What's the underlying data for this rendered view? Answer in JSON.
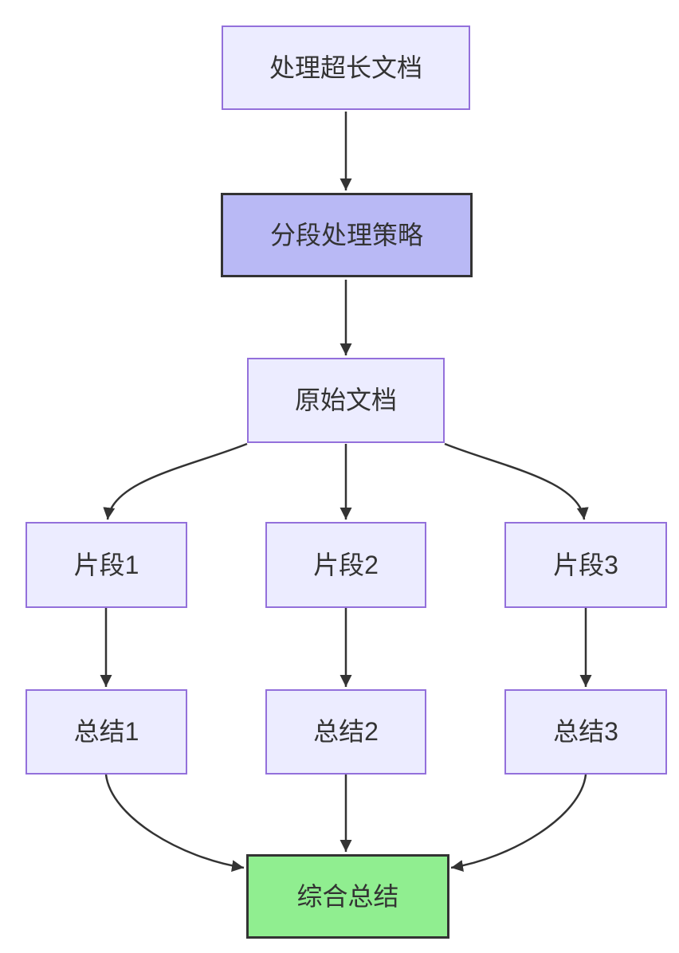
{
  "diagram": {
    "type": "flowchart",
    "direction": "top-down",
    "nodes": {
      "process": {
        "id": "process",
        "label": "处理超长文档",
        "style": "default"
      },
      "strategy": {
        "id": "strategy",
        "label": "分段处理策略",
        "style": "highlight"
      },
      "original": {
        "id": "original",
        "label": "原始文档",
        "style": "default"
      },
      "fragment1": {
        "id": "fragment1",
        "label": "片段1",
        "style": "default"
      },
      "fragment2": {
        "id": "fragment2",
        "label": "片段2",
        "style": "default"
      },
      "fragment3": {
        "id": "fragment3",
        "label": "片段3",
        "style": "default"
      },
      "summary1": {
        "id": "summary1",
        "label": "总结1",
        "style": "default"
      },
      "summary2": {
        "id": "summary2",
        "label": "总结2",
        "style": "default"
      },
      "summary3": {
        "id": "summary3",
        "label": "总结3",
        "style": "default"
      },
      "final": {
        "id": "final",
        "label": "综合总结",
        "style": "result"
      }
    },
    "edges": [
      {
        "from": "process",
        "to": "strategy"
      },
      {
        "from": "strategy",
        "to": "original"
      },
      {
        "from": "original",
        "to": "fragment1"
      },
      {
        "from": "original",
        "to": "fragment2"
      },
      {
        "from": "original",
        "to": "fragment3"
      },
      {
        "from": "fragment1",
        "to": "summary1"
      },
      {
        "from": "fragment2",
        "to": "summary2"
      },
      {
        "from": "fragment3",
        "to": "summary3"
      },
      {
        "from": "summary1",
        "to": "final"
      },
      {
        "from": "summary2",
        "to": "final"
      },
      {
        "from": "summary3",
        "to": "final"
      }
    ]
  },
  "colors": {
    "node_fill": "#ECECFF",
    "node_border": "#9370DB",
    "highlight_fill": "#B9B9F5",
    "highlight_border": "#333333",
    "result_fill": "#90EE90",
    "result_border": "#333333",
    "edge": "#333333",
    "text": "#333333",
    "background": "#FFFFFF"
  }
}
